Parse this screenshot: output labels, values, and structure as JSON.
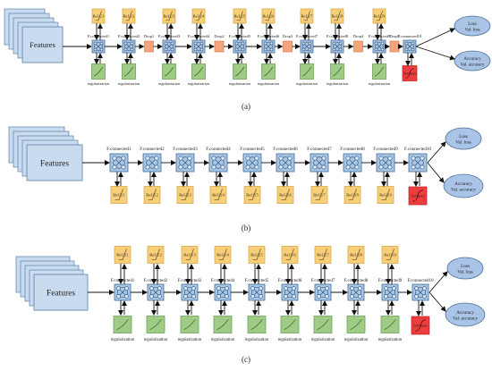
{
  "panels": [
    {
      "id": "a",
      "caption": "(a)",
      "input_label": "Features",
      "fc_labels": [
        "F.connected1",
        "F.connected2",
        "F.connected3",
        "F.connected4",
        "F.connected5",
        "F.connected6",
        "F.connected7",
        "F.connected8",
        "F.connected9",
        "F.connected10"
      ],
      "relu_labels": [
        "ReLU1",
        "ReLU2",
        "ReLU3",
        "ReLU4",
        "ReLU5",
        "ReLU6",
        "ReLU7",
        "ReLU8",
        "ReLU9"
      ],
      "reg_label": "regularization",
      "drop_labels": [
        "Drop1",
        "Drop2",
        "Drop3",
        "Drop4",
        "Drop5"
      ],
      "softmax_label": "Softmax",
      "outputs": [
        {
          "line1": "Loss",
          "line2": "Val. loss"
        },
        {
          "line1": "Accuracy",
          "line2": "Val. accuracy"
        }
      ]
    },
    {
      "id": "b",
      "caption": "(b)",
      "input_label": "Features",
      "fc_labels": [
        "F.connected1",
        "F.connected2",
        "F.connected3",
        "F.connected4",
        "F.connected5",
        "F.connected6",
        "F.connected7",
        "F.connected8",
        "F.connected9",
        "F.connected10"
      ],
      "relu_labels": [
        "ReLU1",
        "ReLU2",
        "ReLU3",
        "ReLU4",
        "ReLU5",
        "ReLU6",
        "ReLU7",
        "ReLU8",
        "ReLU9"
      ],
      "softmax_label": "Softmax",
      "outputs": [
        {
          "line1": "Loss",
          "line2": "Val. loss"
        },
        {
          "line1": "Accuracy",
          "line2": "Val. accuracy"
        }
      ]
    },
    {
      "id": "c",
      "caption": "(c)",
      "input_label": "Features",
      "fc_labels": [
        "F.connected1",
        "F.connected2",
        "F.connected3",
        "F.connected4",
        "F.connected5",
        "F.connected6",
        "F.connected7",
        "F.connected8",
        "F.connected9",
        "F.connected10"
      ],
      "relu_labels": [
        "ReLU1",
        "ReLU2",
        "ReLU3",
        "ReLU4",
        "ReLU5",
        "ReLU6",
        "ReLU7",
        "ReLU8",
        "ReLU9"
      ],
      "reg_label": "regularization",
      "softmax_label": "Softmax",
      "outputs": [
        {
          "line1": "Loss",
          "line2": "Val. loss"
        },
        {
          "line1": "Accuracy",
          "line2": "Val. accuracy"
        }
      ]
    }
  ],
  "colors": {
    "stack_fill": "#c9dcef",
    "stack_stroke": "#5b7fa6",
    "fc_fill": "#a8c6e5",
    "fc_stroke": "#3f6c9a",
    "relu_fill": "#f7cf79",
    "relu_stroke": "#d5a339",
    "reg_fill": "#9fcb87",
    "reg_stroke": "#5f9a4b",
    "drop_fill": "#f4a57e",
    "softmax_fill": "#ee3d3d",
    "output_fill": "#a9c4e6",
    "output_stroke": "#4a6f9c",
    "line": "#111111"
  }
}
